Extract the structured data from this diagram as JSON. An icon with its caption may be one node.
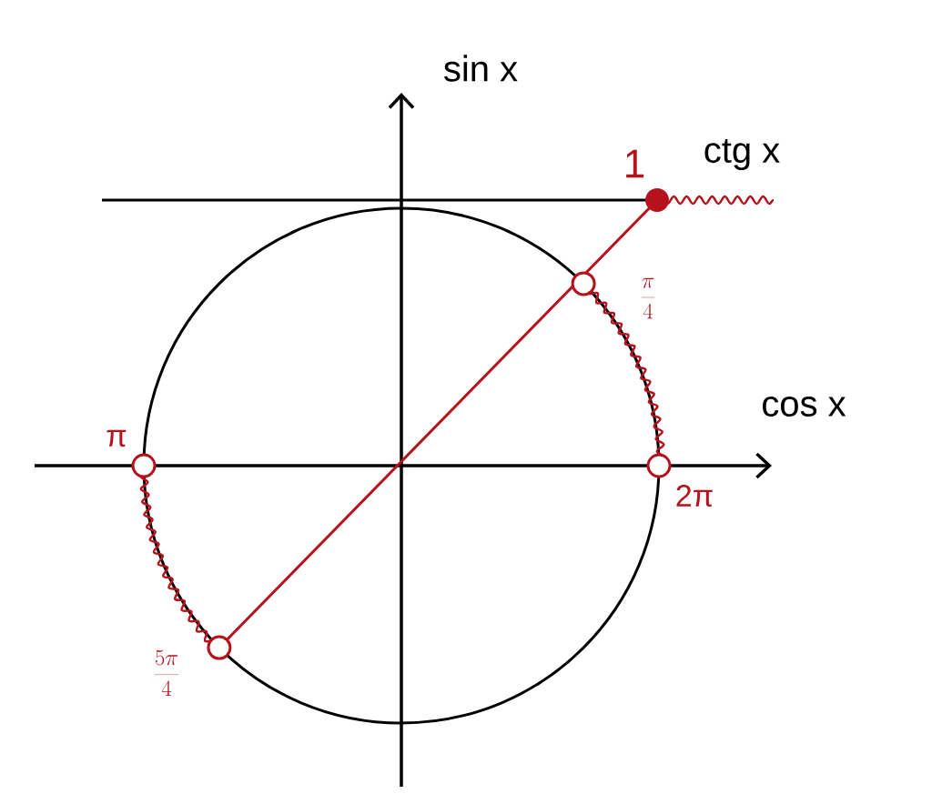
{
  "diagram": {
    "labels": [
      "sin x",
      "cos x",
      "ctg x",
      "1",
      "\\frac{\\pi}{4}",
      "π",
      "2π",
      "\\frac{5\\pi}{4}"
    ]
  }
}
